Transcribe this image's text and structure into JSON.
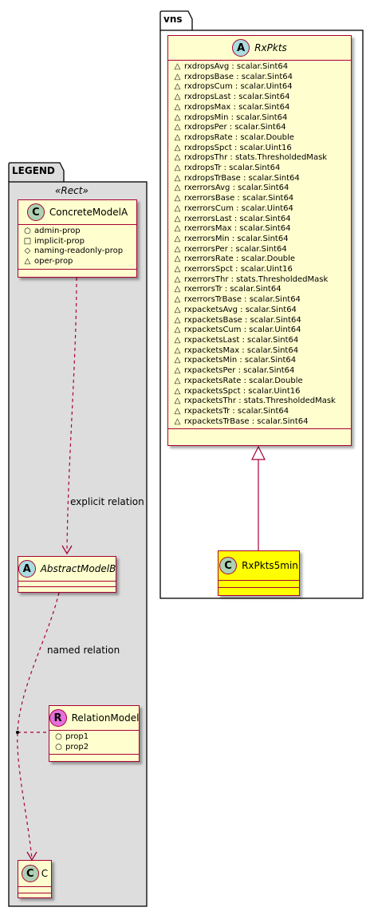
{
  "packages": {
    "vns": {
      "name": "vns"
    },
    "legend": {
      "name": "LEGEND",
      "stereotype": "«Rect»"
    }
  },
  "rxpkts": {
    "badge": "A",
    "name": "RxPkts",
    "attributes": [
      "rxdropsAvg : scalar.Sint64",
      "rxdropsBase : scalar.Sint64",
      "rxdropsCum : scalar.Uint64",
      "rxdropsLast : scalar.Sint64",
      "rxdropsMax : scalar.Sint64",
      "rxdropsMin : scalar.Sint64",
      "rxdropsPer : scalar.Sint64",
      "rxdropsRate : scalar.Double",
      "rxdropsSpct : scalar.Uint16",
      "rxdropsThr : stats.ThresholdedMask",
      "rxdropsTr : scalar.Sint64",
      "rxdropsTrBase : scalar.Sint64",
      "rxerrorsAvg : scalar.Sint64",
      "rxerrorsBase : scalar.Sint64",
      "rxerrorsCum : scalar.Uint64",
      "rxerrorsLast : scalar.Sint64",
      "rxerrorsMax : scalar.Sint64",
      "rxerrorsMin : scalar.Sint64",
      "rxerrorsPer : scalar.Sint64",
      "rxerrorsRate : scalar.Double",
      "rxerrorsSpct : scalar.Uint16",
      "rxerrorsThr : stats.ThresholdedMask",
      "rxerrorsTr : scalar.Sint64",
      "rxerrorsTrBase : scalar.Sint64",
      "rxpacketsAvg : scalar.Sint64",
      "rxpacketsBase : scalar.Sint64",
      "rxpacketsCum : scalar.Uint64",
      "rxpacketsLast : scalar.Sint64",
      "rxpacketsMax : scalar.Sint64",
      "rxpacketsMin : scalar.Sint64",
      "rxpacketsPer : scalar.Sint64",
      "rxpacketsRate : scalar.Double",
      "rxpacketsSpct : scalar.Uint16",
      "rxpacketsThr : stats.ThresholdedMask",
      "rxpacketsTr : scalar.Sint64",
      "rxpacketsTrBase : scalar.Sint64"
    ]
  },
  "rxpkts5min": {
    "badge": "C",
    "name": "RxPkts5min"
  },
  "concrete": {
    "badge": "C",
    "name": "ConcreteModelA",
    "attributes": [
      {
        "vis": "○",
        "text": "admin-prop"
      },
      {
        "vis": "□",
        "text": "implicit-prop"
      },
      {
        "vis": "◇",
        "text": "naming-readonly-prop"
      },
      {
        "vis": "△",
        "text": "oper-prop"
      }
    ]
  },
  "abstract": {
    "badge": "A",
    "name": "AbstractModelB"
  },
  "relation": {
    "badge": "R",
    "name": "RelationModel",
    "attributes": [
      {
        "vis": "○",
        "text": "prop1"
      },
      {
        "vis": "○",
        "text": "prop2"
      }
    ]
  },
  "c": {
    "badge": "C",
    "name": "C"
  },
  "labels": {
    "explicit": "explicit relation",
    "named": "named relation"
  },
  "colors": {
    "border": "#a80036",
    "class_fill": "#fefece",
    "highlight_fill": "#ffff00",
    "package_fill": "#dddddd",
    "badge_class": "#add1b2",
    "badge_abstract": "#a9dcdf",
    "badge_relation": "#e56fdc"
  }
}
